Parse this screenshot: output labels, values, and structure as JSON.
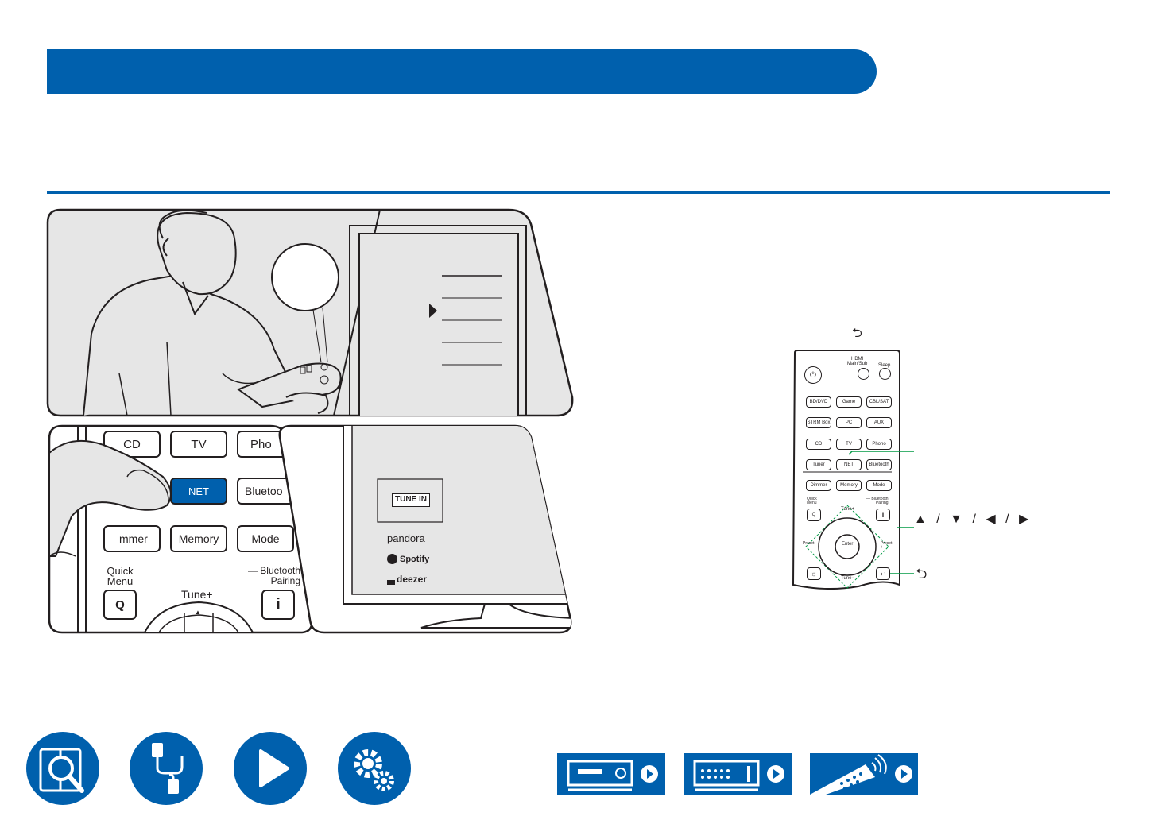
{
  "header": {
    "title": ""
  },
  "colors": {
    "brand_blue": "#0060ad",
    "panel_gray": "#e6e6e6",
    "line_dark": "#231f20",
    "callout_green": "#009a44"
  },
  "illustration": {
    "remote_closeup_buttons": {
      "row1": [
        "CD",
        "TV",
        "Pho"
      ],
      "row2_highlight": "NET",
      "row2_right": "Bluetoo",
      "row3": [
        "mmer",
        "Memory",
        "Mode"
      ],
      "quick_menu": "Quick\nMenu",
      "quick_menu_key": "Q",
      "tune_plus": "Tune+",
      "bt_pairing": "— Bluetooth\nPairing",
      "info_key": "i",
      "tune_up_arrow": "▲"
    },
    "tv_services": {
      "tunein": "TUNE IN",
      "pandora": "pandora",
      "spotify": "Spotify",
      "deezer": "deezer"
    }
  },
  "remote": {
    "top_labels": {
      "hdmi": "HDMI\nMain/Sub",
      "sleep": "Sleep"
    },
    "power_icon": "power-icon",
    "rows": [
      [
        "BD/DVD",
        "Game",
        "CBL/SAT"
      ],
      [
        "STRM Box",
        "PC",
        "AUX"
      ],
      [
        "CD",
        "TV",
        "Phono"
      ],
      [
        "Tuner",
        "NET",
        "Bluetooth"
      ],
      [
        "Dimmer",
        "Memory",
        "Mode"
      ]
    ],
    "quick_menu": "Quick\nMenu",
    "quick_key": "Q",
    "bt_pairing": "— Bluetooth\nPairing",
    "info_key": "i",
    "tune_plus": "Tune+",
    "tune_minus": "Tune−",
    "preset_minus": "Preset\n−",
    "preset_plus": "Preset\n+",
    "enter": "Enter",
    "return_symbol": "↩"
  },
  "callouts": {
    "arrows": "▲ / ▼ / ◀ / ▶",
    "back_symbol": "⮌",
    "top_back_symbol": "⮌"
  },
  "bottom_nav": {
    "icons": [
      "manual-search-icon",
      "connection-cable-icon",
      "playback-icon",
      "settings-gear-icon"
    ],
    "devices": [
      "receiver-front-icon",
      "receiver-rear-icon",
      "remote-control-icon"
    ]
  }
}
